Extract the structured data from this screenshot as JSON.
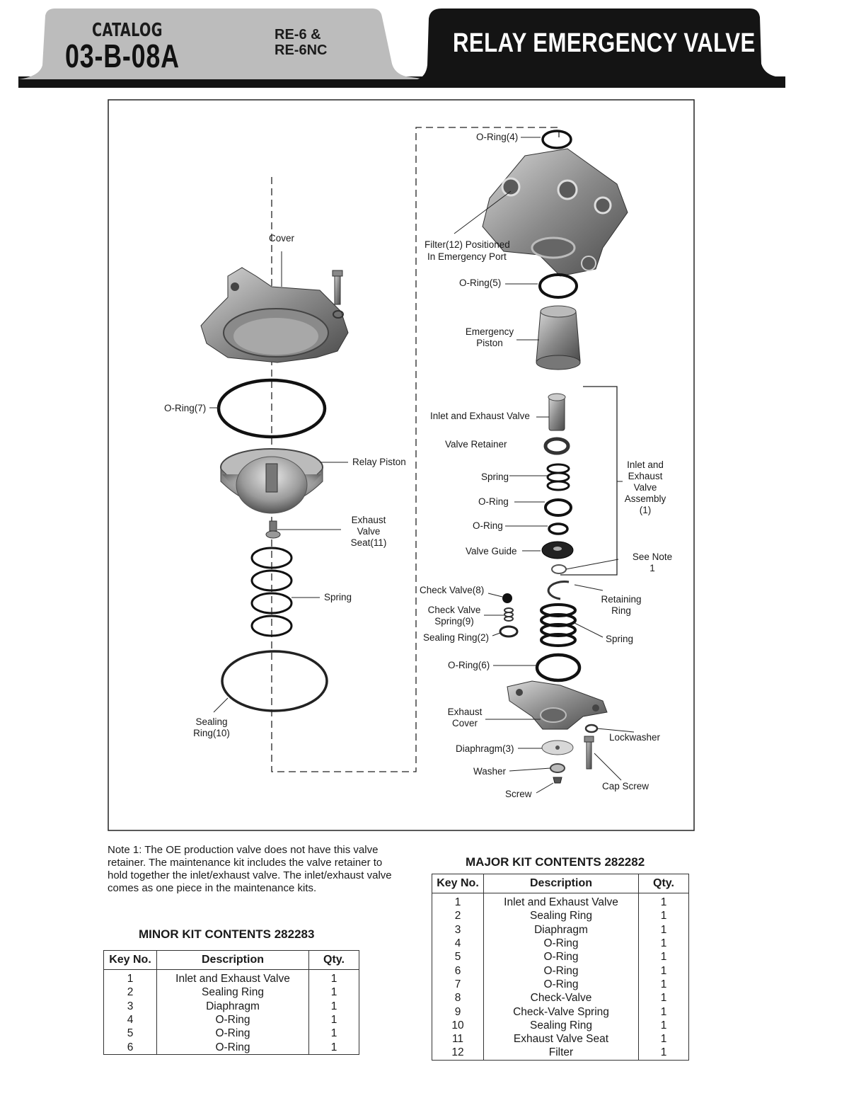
{
  "header": {
    "catalog_label": "CATALOG",
    "catalog_number": "03-B-08A",
    "model_line1": "RE-6 &",
    "model_line2": "RE-6NC",
    "title": "RELAY EMERGENCY VALVE"
  },
  "diagram": {
    "labels": {
      "oring4": "O-Ring(4)",
      "filter_line1": "Filter(12) Positioned",
      "filter_line2": "In Emergency Port",
      "oring5": "O-Ring(5)",
      "emergency_line1": "Emergency",
      "emergency_line2": "Piston",
      "cover": "Cover",
      "oring7": "O-Ring(7)",
      "relay_piston": "Relay Piston",
      "exhaust_seat_line1": "Exhaust",
      "exhaust_seat_line2": "Valve",
      "exhaust_seat_line3": "Seat(11)",
      "spring_left": "Spring",
      "sealing10_line1": "Sealing",
      "sealing10_line2": "Ring(10)",
      "inlet_exhaust_valve": "Inlet and Exhaust Valve",
      "valve_retainer": "Valve Retainer",
      "spring_mid": "Spring",
      "oring_a": "O-Ring",
      "oring_b": "O-Ring",
      "valve_guide": "Valve Guide",
      "assembly_line1": "Inlet and",
      "assembly_line2": "Exhaust",
      "assembly_line3": "Valve",
      "assembly_line4": "Assembly",
      "assembly_line5": "(1)",
      "see_note_line1": "See Note",
      "see_note_line2": "1",
      "check_valve": "Check Valve(8)",
      "check_spring_line1": "Check Valve",
      "check_spring_line2": "Spring(9)",
      "sealing2": "Sealing Ring(2)",
      "retaining_line1": "Retaining",
      "retaining_line2": "Ring",
      "spring_right": "Spring",
      "oring6": "O-Ring(6)",
      "exhaust_cover_line1": "Exhaust",
      "exhaust_cover_line2": "Cover",
      "lockwasher": "Lockwasher",
      "diaphragm": "Diaphragm(3)",
      "washer": "Washer",
      "cap_screw": "Cap Screw",
      "screw": "Screw"
    }
  },
  "note": "Note 1: The OE production valve does not have this valve retainer. The maintenance kit includes the valve retainer to hold together the inlet/exhaust valve. The inlet/exhaust valve comes as one piece in the maintenance kits.",
  "minor_kit": {
    "title": "MINOR KIT CONTENTS 282283",
    "headers": [
      "Key No.",
      "Description",
      "Qty."
    ],
    "rows": [
      [
        "1",
        "Inlet and Exhaust Valve",
        "1"
      ],
      [
        "2",
        "Sealing Ring",
        "1"
      ],
      [
        "3",
        "Diaphragm",
        "1"
      ],
      [
        "4",
        "O-Ring",
        "1"
      ],
      [
        "5",
        "O-Ring",
        "1"
      ],
      [
        "6",
        "O-Ring",
        "1"
      ]
    ]
  },
  "major_kit": {
    "title": "MAJOR KIT CONTENTS 282282",
    "headers": [
      "Key No.",
      "Description",
      "Qty."
    ],
    "rows": [
      [
        "1",
        "Inlet and Exhaust Valve",
        "1"
      ],
      [
        "2",
        "Sealing Ring",
        "1"
      ],
      [
        "3",
        "Diaphragm",
        "1"
      ],
      [
        "4",
        "O-Ring",
        "1"
      ],
      [
        "5",
        "O-Ring",
        "1"
      ],
      [
        "6",
        "O-Ring",
        "1"
      ],
      [
        "7",
        "O-Ring",
        "1"
      ],
      [
        "8",
        "Check-Valve",
        "1"
      ],
      [
        "9",
        "Check-Valve Spring",
        "1"
      ],
      [
        "10",
        "Sealing Ring",
        "1"
      ],
      [
        "11",
        "Exhaust Valve Seat",
        "1"
      ],
      [
        "12",
        "Filter",
        "1"
      ]
    ]
  }
}
